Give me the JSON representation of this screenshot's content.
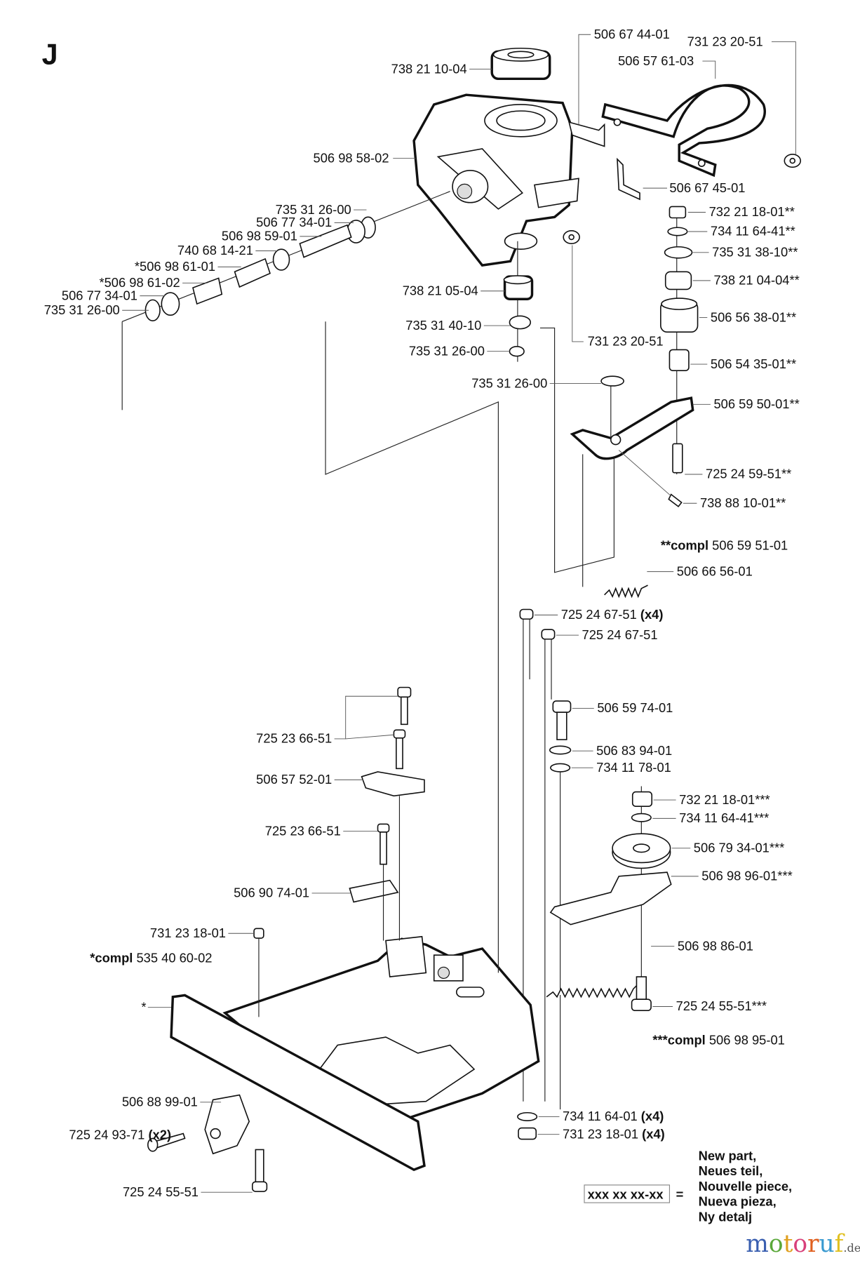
{
  "section_letter": "J",
  "labels": [
    {
      "text": "738 21 10-04"
    },
    {
      "text": "506 98 58-02"
    },
    {
      "text": "735 31 26-00"
    },
    {
      "text": "506 77 34-01"
    },
    {
      "text": "506 98 59-01"
    },
    {
      "text": "740 68 14-21"
    },
    {
      "text": "*506 98 61-01"
    },
    {
      "text": "*506 98 61-02"
    },
    {
      "text": "506 77 34-01"
    },
    {
      "text": "735 31 26-00"
    },
    {
      "text": "738 21 05-04"
    },
    {
      "text": "735 31 40-10"
    },
    {
      "text": "735 31 26-00"
    },
    {
      "text": "735 31 26-00"
    },
    {
      "text": "506 67 44-01"
    },
    {
      "text": "731 23 20-51"
    },
    {
      "text": "506 57 61-03"
    },
    {
      "text": "506 67 45-01"
    },
    {
      "text": "732 21 18-01**"
    },
    {
      "text": "734 11 64-41**"
    },
    {
      "text": "735 31 38-10**"
    },
    {
      "text": "738 21 04-04**"
    },
    {
      "text": "731 23 20-51"
    },
    {
      "text": "506 56 38-01**"
    },
    {
      "text": "506 54 35-01**"
    },
    {
      "text": "506 59 50-01**"
    },
    {
      "text": "725 24 59-51**"
    },
    {
      "text": "738 88 10-01**"
    },
    {
      "text": "506 66 56-01"
    },
    {
      "text": "725 24 67-51",
      "qty": "(x4)"
    },
    {
      "text": "725 24 67-51"
    },
    {
      "text": "506 59 74-01"
    },
    {
      "text": "506 83 94-01"
    },
    {
      "text": "734 11 78-01"
    },
    {
      "text": "732 21 18-01***"
    },
    {
      "text": "734 11 64-41***"
    },
    {
      "text": "506 79 34-01***"
    },
    {
      "text": "506 98 96-01***"
    },
    {
      "text": "506 98 86-01"
    },
    {
      "text": "725 24 55-51***"
    },
    {
      "text": "734 11 64-01",
      "qty": "(x4)"
    },
    {
      "text": "731 23 18-01",
      "qty": "(x4)"
    },
    {
      "text": "725 23 66-51"
    },
    {
      "text": "506 57 52-01"
    },
    {
      "text": "725 23 66-51"
    },
    {
      "text": "506 90 74-01"
    },
    {
      "text": "731 23 18-01"
    },
    {
      "text": "*"
    },
    {
      "text": "506 88 99-01"
    },
    {
      "text": "725 24 93-71",
      "qty": "(x2)"
    },
    {
      "text": "725 24 55-51"
    }
  ],
  "kits": [
    {
      "prefix": "**compl",
      "number": "506 59 51-01"
    },
    {
      "prefix": "***compl",
      "number": "506 98 95-01"
    },
    {
      "prefix": "*compl",
      "number": "535 40 60-02"
    }
  ],
  "legend": {
    "sample": "xxx xx xx-xx",
    "equals": "=",
    "lines": [
      "New part,",
      "Neues teil,",
      "Nouvelle piece,",
      "Nueva pieza,",
      "Ny detalj"
    ]
  },
  "watermark": {
    "name": "motoruf",
    "suffix": ".de",
    "colors": [
      "#3a5fb0",
      "#5aa83a",
      "#e0a020",
      "#d8407a",
      "#e06020",
      "#3a9ad0",
      "#e0c020"
    ]
  }
}
